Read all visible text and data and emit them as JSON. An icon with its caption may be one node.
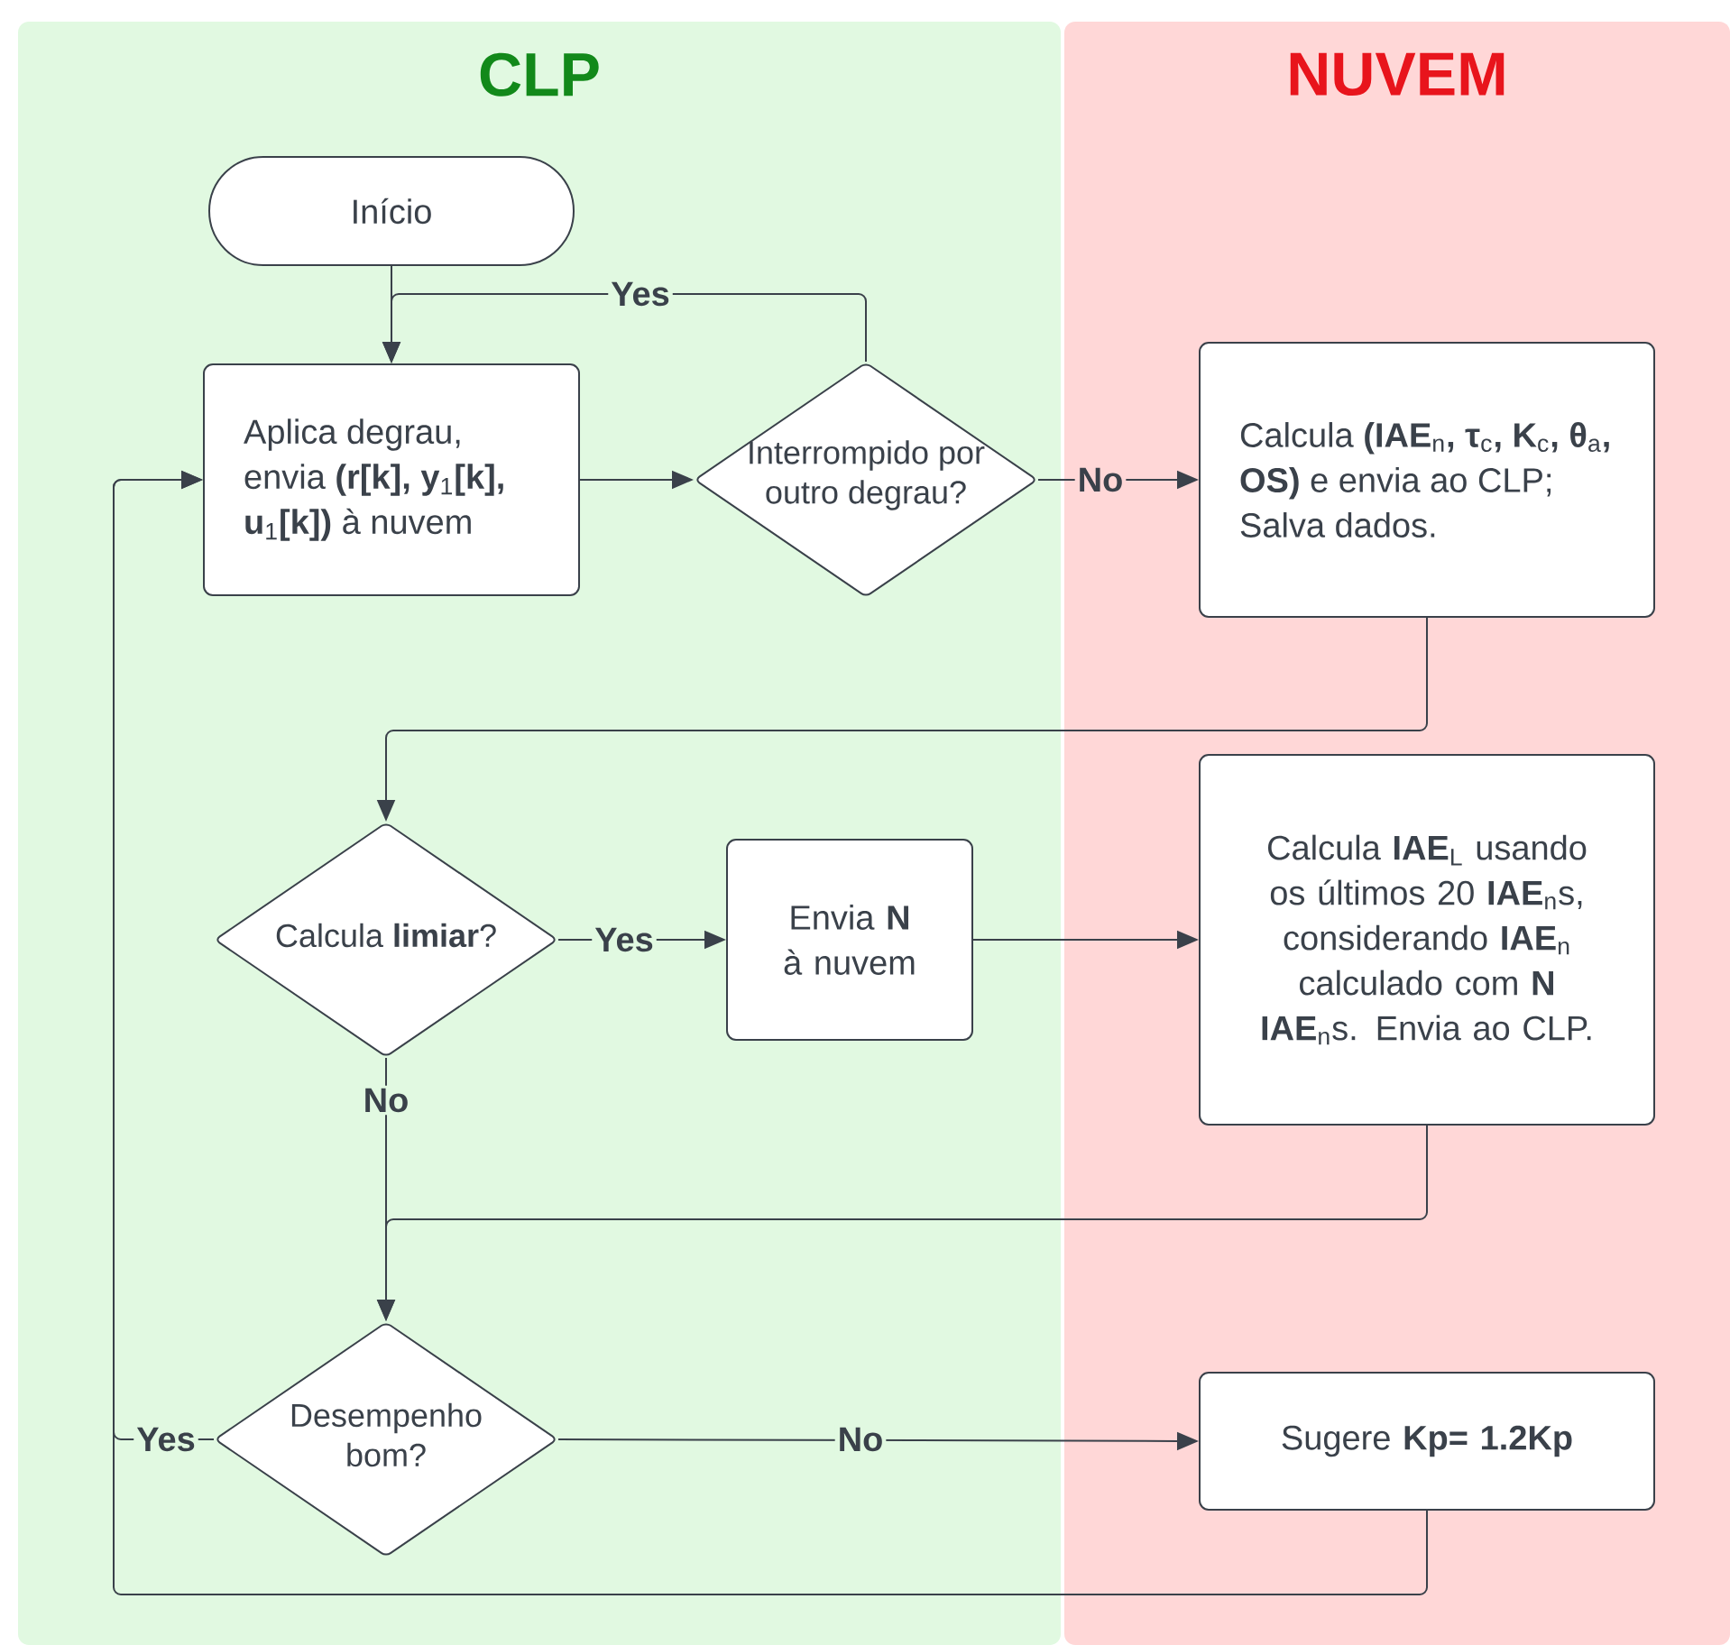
{
  "diagram": {
    "nodes": [
      {
        "text": [
          "CLP"
        ]
      },
      {
        "text": [
          "NUVEM"
        ]
      },
      {
        "text": [
          "Início"
        ],
        "in": 0
      },
      {
        "text": [
          "Aplica degrau, envia **(r[k], y**$_{1}$**[k], u**$_{1}$**[k])** à nuvem"
        ],
        "in": 0
      },
      {
        "text": [
          "Interrompido por outro degrau?"
        ],
        "in": 0
      },
      {
        "text": [
          "Calcula **(IAE**$_{n}$**, τ**$_{c}$**, K**$_{c}$**, θ**$_{a}$**, OS)** e envia ao CLP; Salva dados."
        ],
        "in": 1
      },
      {
        "text": [
          "Calcula **limiar**?"
        ],
        "in": 0
      },
      {
        "text": [
          "Envia **N** à nuvem"
        ],
        "in": 0
      },
      {
        "text": [
          "Calcula **IAE**$_{L}$ usando os últimos 20 **IAE**$_{n}$s, considerando **IAE**$_{n}$ calculado com **N IAE**$_{n}$s. Envia ao CLP."
        ],
        "in": 1
      },
      {
        "text": [
          "Desempenho bom?"
        ],
        "in": 0
      },
      {
        "text": [
          "Sugere **Kp= 1.2Kp**"
        ],
        "in": 1
      }
    ],
    "edges": [
      {
        "from": 2,
        "to": 3,
        "arrow": "to"
      },
      {
        "from": 3,
        "to": 4,
        "arrow": "to"
      },
      {
        "from": 4,
        "to": 3,
        "arrow": "to",
        "label": "Yes"
      },
      {
        "from": 4,
        "to": 5,
        "arrow": "to",
        "label": "No"
      },
      {
        "from": 5,
        "to": 6,
        "arrow": "to"
      },
      {
        "from": 6,
        "to": 7,
        "arrow": "to",
        "label": "Yes"
      },
      {
        "from": 7,
        "to": 8,
        "arrow": "to"
      },
      {
        "from": 6,
        "to": 9,
        "arrow": "to",
        "label": "No"
      },
      {
        "from": 8,
        "to": 9,
        "arrow": "to"
      },
      {
        "from": 9,
        "to": 3,
        "arrow": "to",
        "label": "Yes"
      },
      {
        "from": 9,
        "to": 10,
        "arrow": "to",
        "label": "No"
      },
      {
        "from": 10,
        "to": 3,
        "arrow": "to"
      }
    ]
  }
}
